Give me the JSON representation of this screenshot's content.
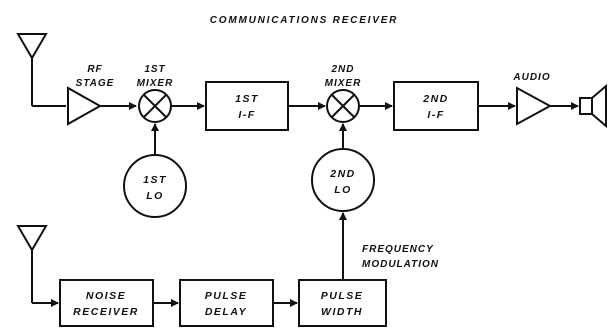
{
  "title": "COMMUNICATIONS RECEIVER",
  "labels": {
    "rf_stage": [
      "RF",
      "STAGE"
    ],
    "mixer1": [
      "1ST",
      "MIXER"
    ],
    "mixer2": [
      "2ND",
      "MIXER"
    ],
    "audio": "AUDIO",
    "frequency_modulation": [
      "FREQUENCY",
      "MODULATION"
    ]
  },
  "blocks": {
    "if1": [
      "1ST",
      "I-F"
    ],
    "if2": [
      "2ND",
      "I-F"
    ],
    "lo1": [
      "1ST",
      "LO"
    ],
    "lo2": [
      "2ND",
      "LO"
    ],
    "noise_receiver": [
      "NOISE",
      "RECEIVER"
    ],
    "pulse_delay": [
      "PULSE",
      "DELAY"
    ],
    "pulse_width": [
      "PULSE",
      "WIDTH"
    ]
  }
}
